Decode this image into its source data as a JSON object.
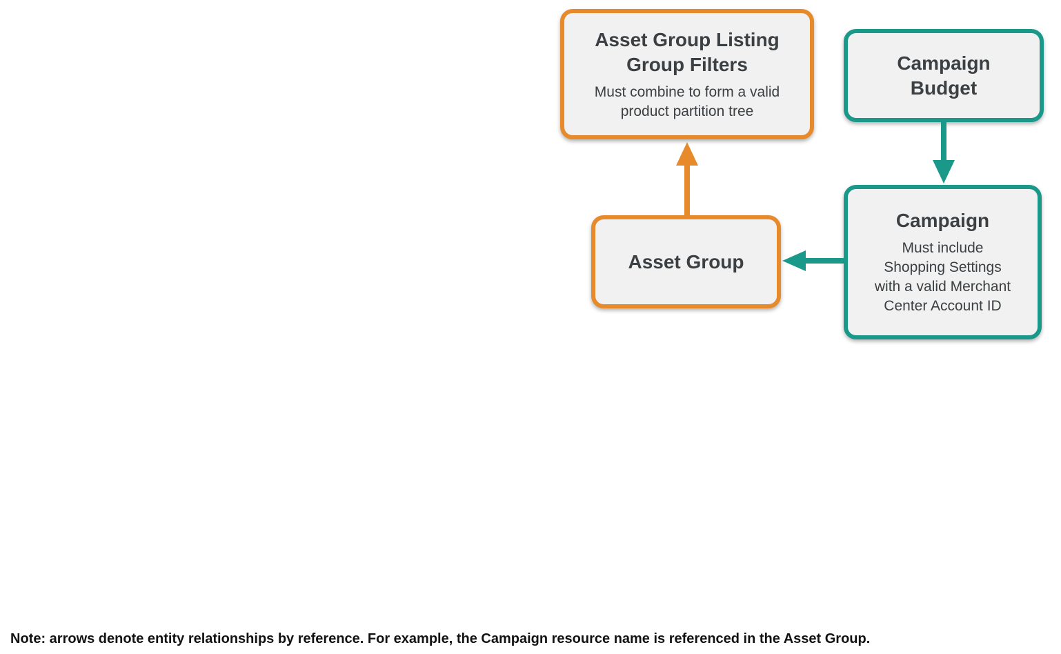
{
  "colors": {
    "orange": "#E78A2B",
    "teal": "#1A998B",
    "box_bg": "#F1F1F1",
    "text": "#3C4043",
    "note_text": "#121212",
    "page_bg": "#FFFFFF"
  },
  "diagram": {
    "nodes": [
      {
        "id": "asset-group-listing-group-filters",
        "title": "Asset Group Listing\nGroup Filters",
        "subtitle": "Must combine to form a valid\nproduct partition tree",
        "accent": "orange"
      },
      {
        "id": "campaign-budget",
        "title": "Campaign\nBudget",
        "accent": "teal"
      },
      {
        "id": "campaign",
        "title": "Campaign",
        "subtitle": "Must include\nShopping Settings\nwith a valid Merchant\nCenter Account ID",
        "accent": "teal"
      },
      {
        "id": "asset-group",
        "title": "Asset Group",
        "accent": "orange"
      }
    ],
    "edges": [
      {
        "from": "asset-group",
        "to": "asset-group-listing-group-filters",
        "color": "orange",
        "direction": "up"
      },
      {
        "from": "campaign-budget",
        "to": "campaign",
        "color": "teal",
        "direction": "down"
      },
      {
        "from": "campaign",
        "to": "asset-group",
        "color": "teal",
        "direction": "left"
      }
    ]
  },
  "note": "Note: arrows denote entity relationships by reference. For example, the Campaign resource name is referenced in the Asset Group."
}
